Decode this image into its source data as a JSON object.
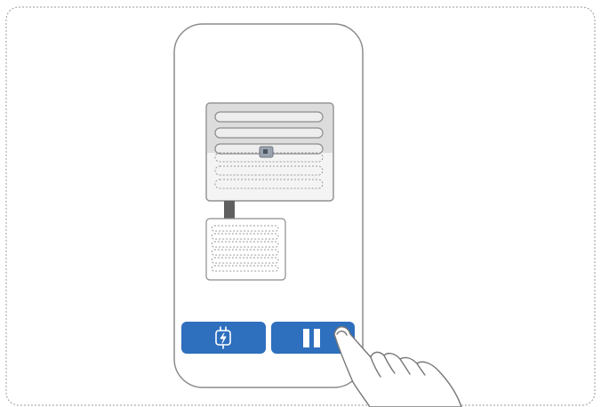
{
  "colors": {
    "outline": "#8c8c8c",
    "dashed_border": "#9a9a9a",
    "panel_fill": "#f2f2f2",
    "panel_header": "#dcdcdc",
    "connector": "#5f5f5f",
    "button_blue": "#2e6fbe",
    "icon_white": "#ffffff",
    "hand_outline": "#777777"
  },
  "icons": {
    "charge_button": "lightning-bolt-plug-icon",
    "pause_button": "pause-icon",
    "hand": "pointing-hand-icon"
  },
  "upper_panel": {
    "solid_coil_rows": 3,
    "dashed_coil_rows": 3
  },
  "lower_panel": {
    "dashed_coil_rows": 6
  },
  "buttons": [
    {
      "name": "charge-button",
      "icon": "lightning-bolt-plug-icon",
      "state": "idle"
    },
    {
      "name": "pause-button",
      "icon": "pause-icon",
      "state": "pressed"
    }
  ]
}
